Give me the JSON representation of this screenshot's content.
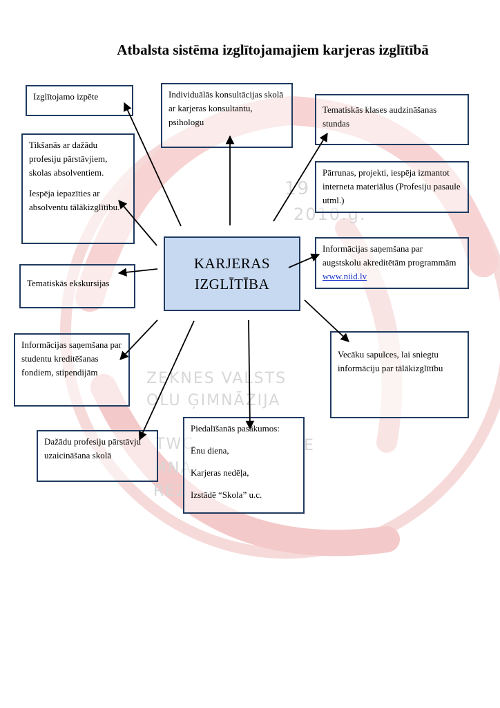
{
  "title": "Atbalsta sistēma izglītojamajiem karjeras izglītībā",
  "center": {
    "line1": "KARJERAS",
    "line2": "IZGLĪTĪBA"
  },
  "boxes": {
    "izpete": [
      "Izglītojamo izpēte"
    ],
    "konsultacijas": [
      "Individuālās konsultācijas skolā ar karjeras konsultantu, psihologu"
    ],
    "klases_stundas": [
      "Tematiskās klases audzināšanas stundas"
    ],
    "tiksanas": [
      "Tikšanās ar dažādu profesiju pārstāvjiem, skolas absolventiem.",
      "Iespēja iepazīties ar absolventu tālākizglītību."
    ],
    "parrunas": [
      "Pārrunas, projekti, iespēja izmantot interneta materiālus (Profesiju pasaule utml.)"
    ],
    "ekskursijas": [
      "Tematiskās ekskursijas"
    ],
    "augstskolas": {
      "text": "Informācijas saņemšana par augstskolu akreditētām programmām",
      "link": "www.niid.lv"
    },
    "kreditesana": [
      "Informācijas saņemšana par studentu kreditēšanas fondiem, stipendijām"
    ],
    "sapulces": [
      "Vecāku sapulces, lai sniegtu informāciju par tālākizglītību"
    ],
    "uzaicinasana": [
      "Dažādu profesiju pārstāvju uzaicināšana skolā"
    ],
    "pasakumi": [
      "Piedalīšanās pasākumos:",
      "Ēnu diena,",
      "Karjeras nedēļa,",
      "Izstādē “Skola” u.c."
    ]
  },
  "watermark": {
    "lines": [
      "19",
      "2010.g.",
      "ZEKNES VALSTS",
      "OLU ĢIMNĀZIJA",
      "TWC",
      "E",
      "MNA",
      "REZ"
    ]
  }
}
